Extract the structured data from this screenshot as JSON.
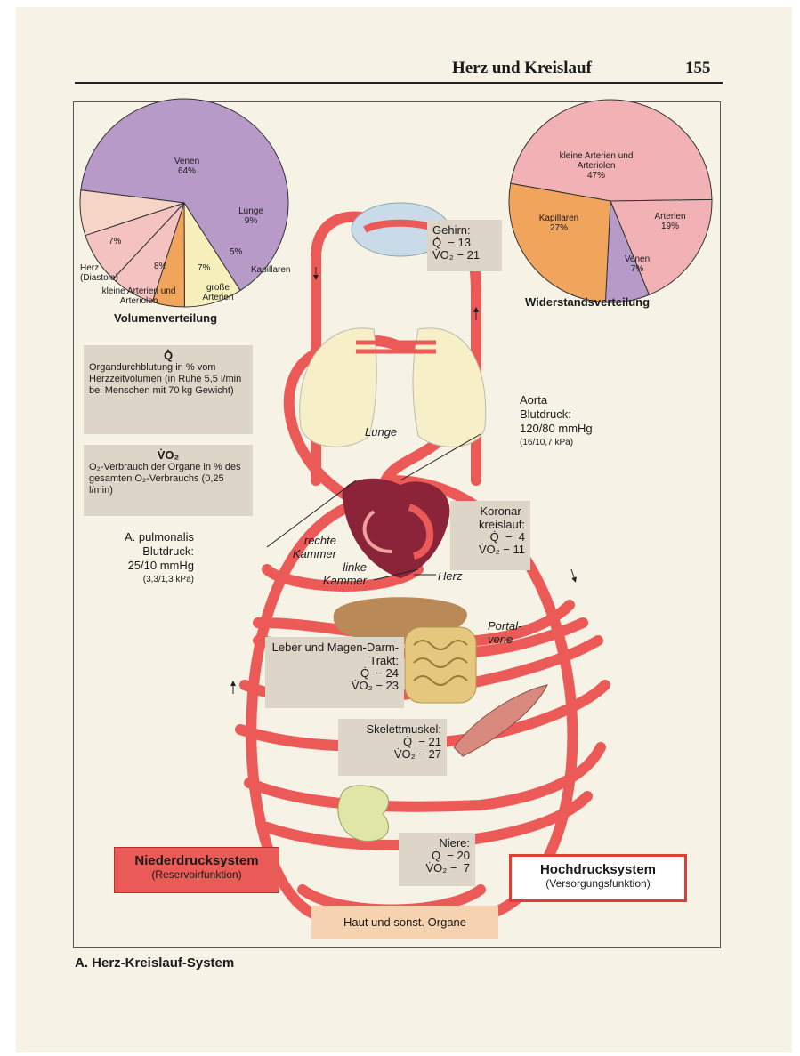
{
  "header": {
    "title": "Herz und Kreislauf",
    "page_number": "155"
  },
  "caption": "A. Herz-Kreislauf-System",
  "volume_pie": {
    "title": "Volumenverteilung",
    "slices": [
      {
        "label": "Venen",
        "value": "64%",
        "pct": 64,
        "color": "#b89ac8"
      },
      {
        "label": "Lunge",
        "value": "9%",
        "pct": 9,
        "color": "#f7f0bd"
      },
      {
        "label": "Kapillaren",
        "value": "5%",
        "pct": 5,
        "color": "#f1a45b"
      },
      {
        "label": "große Arterien",
        "value": "7%",
        "pct": 7,
        "color": "#f4c2c0"
      },
      {
        "label": "kleine Arterien und Arteriolen",
        "value": "8%",
        "pct": 8,
        "color": "#f4c2c0"
      },
      {
        "label": "Herz (Diastole)",
        "value": "7%",
        "pct": 7,
        "color": "#f7d5c6"
      }
    ]
  },
  "resistance_pie": {
    "title": "Widerstandsverteilung",
    "slices": [
      {
        "label": "kleine Arterien und Arteriolen",
        "value": "47%",
        "pct": 47,
        "color": "#f2b2b5"
      },
      {
        "label": "Arterien",
        "value": "19%",
        "pct": 19,
        "color": "#f2b2b5"
      },
      {
        "label": "Venen",
        "value": "7%",
        "pct": 7,
        "color": "#b89ac8"
      },
      {
        "label": "Kapillaren",
        "value": "27%",
        "pct": 27,
        "color": "#f1a45b"
      }
    ]
  },
  "legend_q": {
    "symbol": "Q̇",
    "text": "Organdurchblutung in % vom Herzzeitvolumen (in Ruhe 5,5 l/min bei Menschen mit 70 kg Gewicht)"
  },
  "legend_vo2": {
    "symbol": "V̇O₂",
    "text": "O₂-Verbrauch der Organe in % des gesamten O₂-Verbrauchs (0,25 l/min)"
  },
  "organs": {
    "gehirn": {
      "name": "Gehirn:",
      "q": "Q̇  − 13",
      "vo2": "V̇O₂ − 21"
    },
    "koronar": {
      "name": "Koronar-kreislauf:",
      "q": "Q̇  −  4",
      "vo2": "V̇O₂ − 11"
    },
    "leber": {
      "name": "Leber und Magen-Darm-Trakt:",
      "q": "Q̇  − 24",
      "vo2": "V̇O₂ − 23"
    },
    "skelett": {
      "name": "Skelettmuskel:",
      "q": "Q̇  − 21",
      "vo2": "V̇O₂ − 27"
    },
    "niere": {
      "name": "Niere:",
      "q": "Q̇  − 20",
      "vo2": "V̇O₂ −  7"
    }
  },
  "labels": {
    "lunge": "Lunge",
    "aorta": "Aorta",
    "aorta_bp": "Blutdruck:",
    "aorta_mmhg": "120/80 mmHg",
    "aorta_kpa": "(16/10,7 kPa)",
    "pulm": "A. pulmonalis",
    "pulm_bp": "Blutdruck:",
    "pulm_mmhg": "25/10 mmHg",
    "pulm_kpa": "(3,3/1,3 kPa)",
    "rechte_kammer": "rechte Kammer",
    "linke_kammer": "linke Kammer",
    "herz": "Herz",
    "portalvene": "Portal-vene"
  },
  "systems": {
    "low": {
      "title": "Niederdrucksystem",
      "sub": "(Reservoirfunktion)"
    },
    "high": {
      "title": "Hochdrucksystem",
      "sub": "(Versorgungsfunktion)"
    },
    "haut": "Haut und sonst. Organe"
  },
  "colors": {
    "vessel": "#ec5a57",
    "vessel_dark": "#c33a36",
    "heart": "#8b2438",
    "lung": "#f7efc8",
    "liver": "#b98a57",
    "kidney": "#dfe6a8",
    "brain": "#c9dbe8"
  }
}
